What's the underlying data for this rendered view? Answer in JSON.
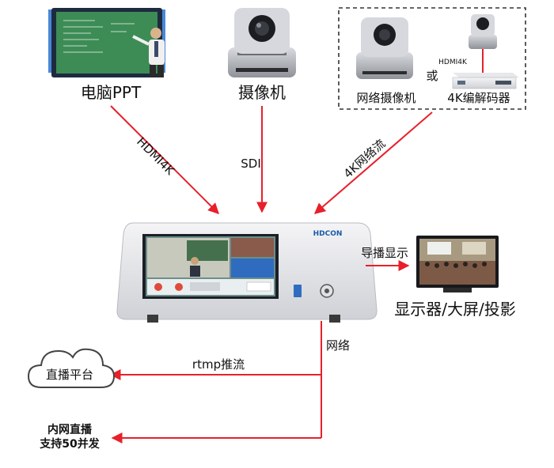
{
  "sources": {
    "pc": "电脑PPT",
    "camera": "摄像机",
    "ipcam": "网络摄像机",
    "or": "或",
    "encoder": "4K编解码器",
    "hdmi_small": "HDMI4K"
  },
  "links": {
    "hdmi": "HDMI4K",
    "sdi": "SDI",
    "stream": "4K网络流",
    "display_link": "导播显示",
    "network": "网络",
    "rtmp": "rtmp推流"
  },
  "device": {
    "brand": "HDCON"
  },
  "outputs": {
    "display": "显示器/大屏/投影",
    "platform": "直播平台",
    "lan_line1": "内网直播",
    "lan_line2": "支持50并发"
  },
  "colors": {
    "arrow": "#e8202a",
    "dashed_box": "#333333"
  }
}
